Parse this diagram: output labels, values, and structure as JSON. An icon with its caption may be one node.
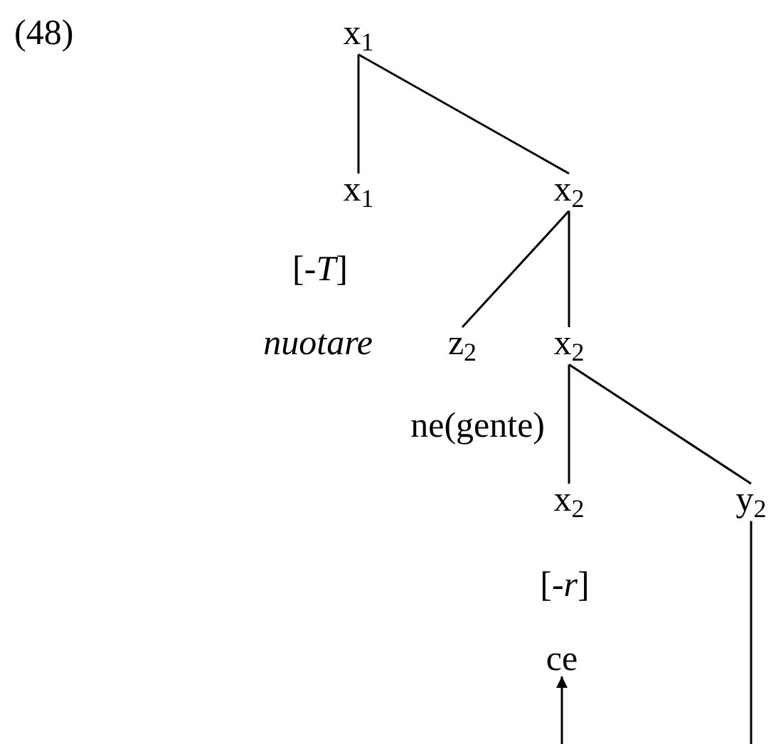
{
  "diagram": {
    "nodes": [
      {
        "text": [
          "x$_{1}$"
        ]
      },
      {
        "text": [
          "x$_{1}$"
        ],
        "beside": [
          "[-*T*]",
          "nuotare"
        ]
      },
      {
        "text": [
          "x$_{2}$"
        ]
      },
      {
        "text": [
          "z$_{2}$"
        ]
      },
      {
        "text": [
          "x$_{2}$"
        ],
        "beside": [
          "ne(gente)"
        ]
      },
      {
        "text": [
          "x$_{2}$"
        ],
        "beside": [
          "[-*r*]"
        ]
      },
      {
        "text": [
          "y$_{2}$"
        ]
      },
      {
        "text": [
          "ce"
        ]
      }
    ],
    "edges": [
      {
        "from": 0,
        "to": 1,
        "arrow": "none"
      },
      {
        "from": 0,
        "to": 2,
        "arrow": "none"
      },
      {
        "from": 2,
        "to": 3,
        "arrow": "none"
      },
      {
        "from": 2,
        "to": 4,
        "arrow": "none"
      },
      {
        "from": 4,
        "to": 5,
        "arrow": "none"
      },
      {
        "from": 4,
        "to": 6,
        "arrow": "none"
      },
      {
        "from": null,
        "to": 7,
        "arrow": "to"
      },
      {
        "from": null,
        "to": 6,
        "arrow": "none"
      }
    ],
    "labels": [
      "(48)"
    ]
  }
}
